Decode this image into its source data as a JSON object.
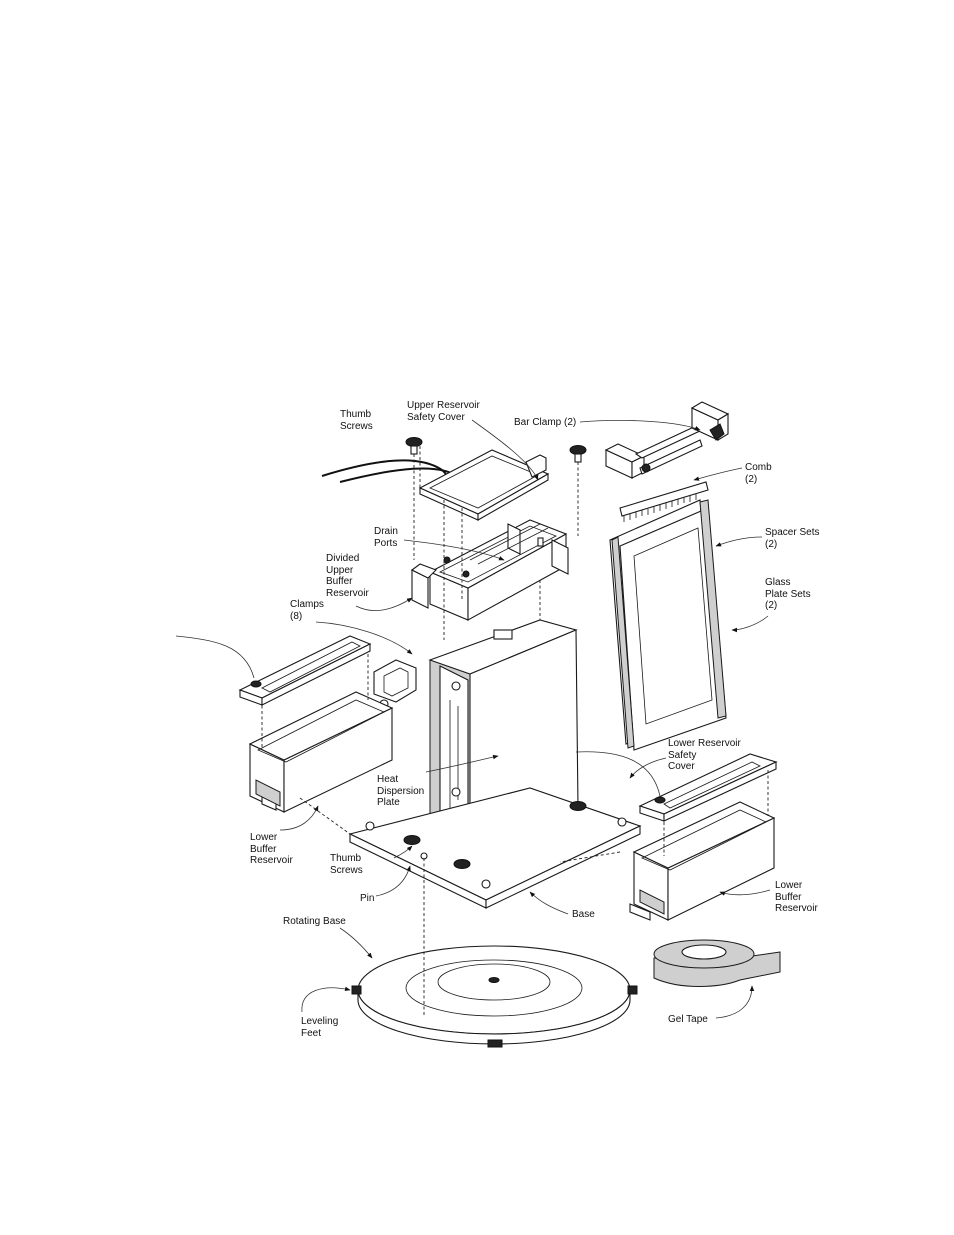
{
  "labels": {
    "thumb_screws_top": "Thumb\nScrews",
    "upper_reservoir_safety_cover": "Upper Reservoir\nSafety Cover",
    "bar_clamp": "Bar Clamp (2)",
    "comb": "Comb\n(2)",
    "drain_ports": "Drain\nPorts",
    "divided_upper_buffer_reservoir": "Divided\nUpper\nBuffer\nReservoir",
    "spacer_sets": "Spacer Sets\n(2)",
    "clamps": "Clamps\n(8)",
    "glass_plate_sets": "Glass\nPlate Sets\n(2)",
    "lower_reservoir_safety_cover": "Lower Reservoir\nSafety\nCover",
    "heat_dispersion_plate": "Heat\nDispersion\nPlate",
    "lower_buffer_reservoir_left": "Lower\nBuffer\nReservoir",
    "thumb_screws_bottom": "Thumb\nScrews",
    "pin": "Pin",
    "lower_buffer_reservoir_right": "Lower\nBuffer\nReservoir",
    "base": "Base",
    "rotating_base": "Rotating Base",
    "leveling_feet": "Leveling\nFeet",
    "gel_tape": "Gel Tape"
  },
  "colors": {
    "line": "#1a1a1a",
    "shade": "#cfcfcf",
    "dark": "#222222",
    "background": "#ffffff"
  }
}
